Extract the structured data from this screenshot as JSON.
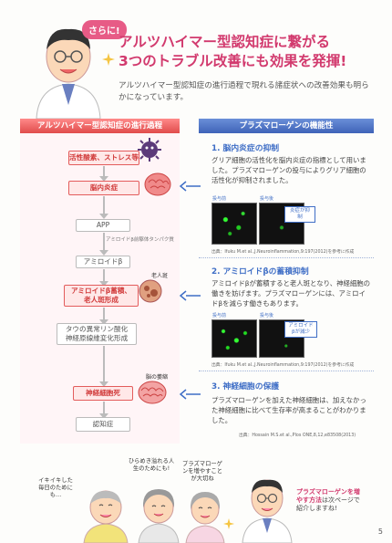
{
  "header": {
    "badge": "さらに!",
    "title_line1": "アルツハイマー型認知症に繋がる",
    "title_line2": "3つのトラブル改善にも効果を発揮!",
    "intro": "アルツハイマー型認知症の進行過程で現れる諸症状への改善効果も明らかになっています。"
  },
  "left_panel": {
    "heading": "アルツハイマー型認知症の進行過程",
    "steps": {
      "oxidative": "活性酸素、ストレス等",
      "brain_inflammation": "脳内炎症",
      "app": "APP",
      "app_note": "アミロイドβ前駆体タンパク質",
      "amyloid": "アミロイドβ",
      "plaque_line1": "アミロイドβ蓄積、",
      "plaque_line2": "老人斑形成",
      "plaque_label": "老人斑",
      "tau_line1": "タウの異常リン酸化",
      "tau_line2": "神経原線維変化形成",
      "neuron_death": "神経細胞死",
      "brain_shrink_label": "脳の萎縮",
      "dementia": "認知症"
    }
  },
  "right_panel": {
    "heading": "プラズマローゲンの機能性",
    "sections": [
      {
        "title": "1. 脳内炎症の抑制",
        "text": "グリア細胞の活性化を脳内炎症の指標として用いました。プラズマローゲンの投与によりグリア細胞の活性化が抑制されました。",
        "label_a": "投与前",
        "label_b": "投与後",
        "callout": "炎症が抑制",
        "citation": "出典：Ifuku M.et al.,J.Neuroinflammation,9:197(2012)を参考に作成"
      },
      {
        "title": "2. アミロイドβの蓄積抑制",
        "text": "アミロイドβが蓄積すると老人斑となり、神経細胞の働きを妨げます。プラズマローゲンには、アミロイドβを減らす働きもあります。",
        "label_a": "投与前",
        "label_b": "投与後",
        "callout": "アミロイドβが減少",
        "citation": "出典：Ifuku M.et al.,J.Neuroinflammation,9:197(2012)を参考に作成"
      },
      {
        "title": "3. 神経細胞の保護",
        "text": "プラズマローゲンを加えた神経細胞は、加えなかった神経細胞に比べて生存率が高まることがわかりました。",
        "citation": "出典：Hossain M.S.et al.,Plos ONE,8,12,e83508(2013)"
      }
    ]
  },
  "footer": {
    "bubble1": "イキイキした毎日のためにも…",
    "bubble2": "ひらめき溢れる人生のためにも!",
    "bubble3": "プラズマローゲンを増やすことが大切ね",
    "promo_hl": "プラズマローゲンを増やす方法",
    "promo_rest": "は次ページで紹介しますね!",
    "page_number": "5"
  },
  "colors": {
    "title_pink": "#d23a6e",
    "flow_red": "#e35c5c",
    "accent_blue": "#3f6ec6"
  }
}
